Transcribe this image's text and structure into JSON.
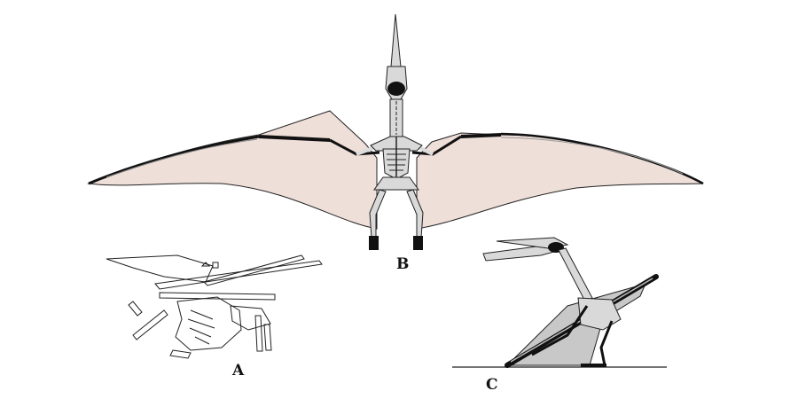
{
  "figure": {
    "panels": [
      {
        "id": "A",
        "label": "A"
      },
      {
        "id": "B",
        "label": "B"
      },
      {
        "id": "C",
        "label": "C"
      }
    ],
    "colors": {
      "membrane": "#efdfd9",
      "outline": "#222222",
      "bone_fill": "#d9d9d9",
      "bone_dark": "#111111",
      "panel_c_membrane": "#c8c8c8"
    }
  }
}
